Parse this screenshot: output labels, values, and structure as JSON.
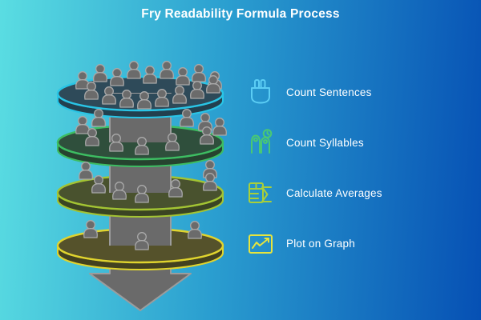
{
  "title": "Fry Readability Formula Process",
  "background": {
    "gradient_start": "#5adde2",
    "gradient_end": "#0650b4"
  },
  "legend": {
    "items": [
      {
        "label": "Count Sentences",
        "icon": "pocket-pens-icon",
        "color": "#5bcdf4"
      },
      {
        "label": "Count Syllables",
        "icon": "arches-clock-icon",
        "color": "#49c973"
      },
      {
        "label": "Calculate Averages",
        "icon": "table-sigma-icon",
        "color": "#a9cf3a"
      },
      {
        "label": "Plot on Graph",
        "icon": "line-chart-icon",
        "color": "#e6e43e"
      }
    ]
  },
  "diagram": {
    "description": "Four stacked discs with people figures, pierced by a downward gray arrow",
    "person_color": "#6b6b6b",
    "person_outline": "#a9a9a9",
    "arrow_color": "#6a6a6a",
    "arrow_outline": "#9c9c9c",
    "levels": [
      {
        "people_count": 17,
        "fill": "#2e4a59",
        "rim": "#22404e",
        "stroke": "#29c5e6"
      },
      {
        "people_count": 10,
        "fill": "#2f4f3c",
        "rim": "#26432f",
        "stroke": "#3dbd62"
      },
      {
        "people_count": 7,
        "fill": "#49522e",
        "rim": "#3a4423",
        "stroke": "#a3c433"
      },
      {
        "people_count": 3,
        "fill": "#55522b",
        "rim": "#43411f",
        "stroke": "#e0d42e"
      }
    ]
  }
}
